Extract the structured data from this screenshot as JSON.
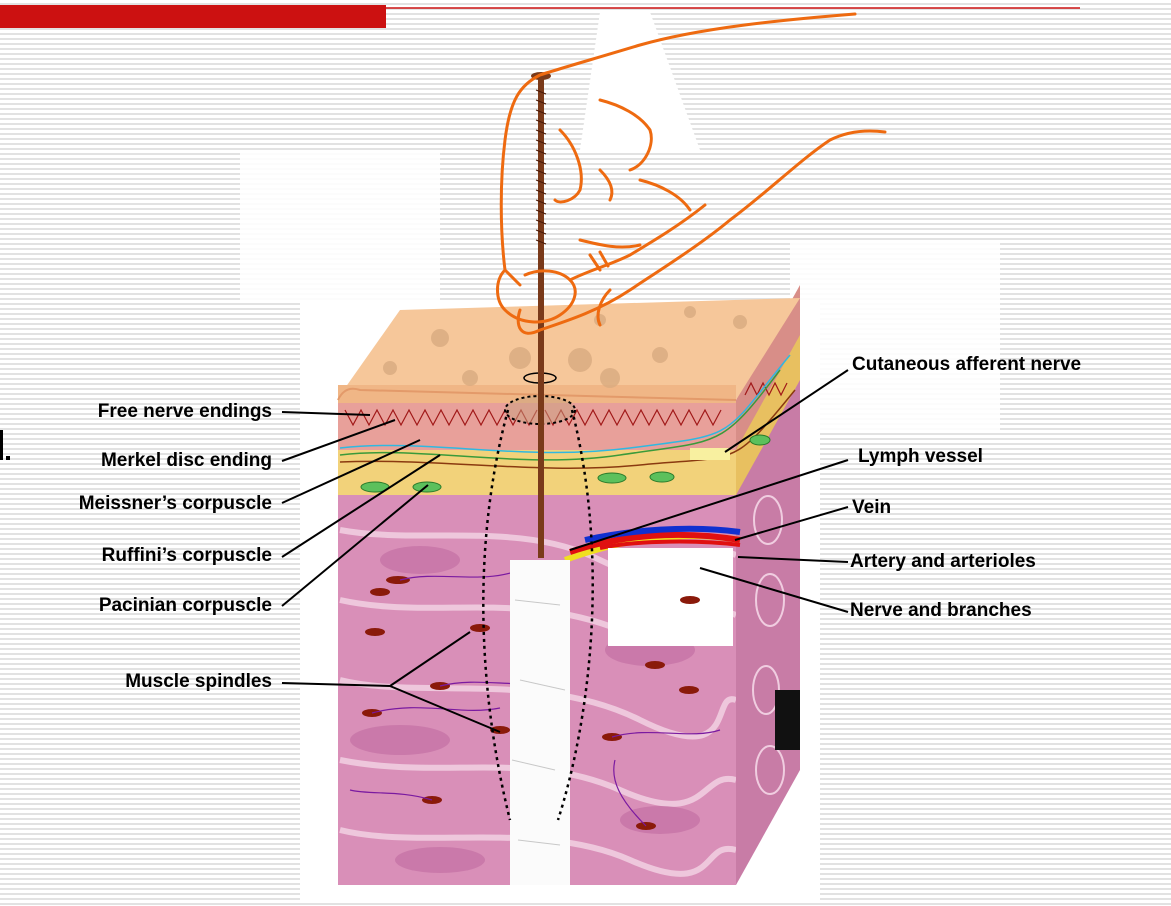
{
  "labels_left": [
    {
      "id": "free-nerve-endings",
      "text": "Free nerve endings"
    },
    {
      "id": "merkel-disc-ending",
      "text": "Merkel disc ending"
    },
    {
      "id": "meissners-corpuscle",
      "text": "Meissner’s corpuscle"
    },
    {
      "id": "ruffinis-corpuscle",
      "text": "Ruffini’s corpuscle"
    },
    {
      "id": "pacinian-corpuscle",
      "text": "Pacinian corpuscle"
    },
    {
      "id": "muscle-spindles",
      "text": "Muscle spindles"
    }
  ],
  "labels_right": [
    {
      "id": "cutaneous-afferent-nerve",
      "text": "Cutaneous afferent nerve"
    },
    {
      "id": "lymph-vessel",
      "text": "Lymph vessel"
    },
    {
      "id": "vein",
      "text": "Vein"
    },
    {
      "id": "artery-and-arterioles",
      "text": "Artery and arterioles"
    },
    {
      "id": "nerve-and-branches",
      "text": "Nerve and branches"
    }
  ],
  "colors": {
    "header_bar": "#cc1111",
    "hand_outline": "#ee6a10",
    "needle": "#7a3a1a",
    "epidermis": "#f6c79a",
    "dermis": "#e8a09a",
    "subcutis": "#f2d27a",
    "muscle": "#d98fb8",
    "nerve_green": "#3a9a3a",
    "lymph_cyan": "#30b8e0",
    "vein_blue": "#1030d0",
    "artery_red": "#e01010",
    "nerve_yellow": "#f0e020"
  }
}
